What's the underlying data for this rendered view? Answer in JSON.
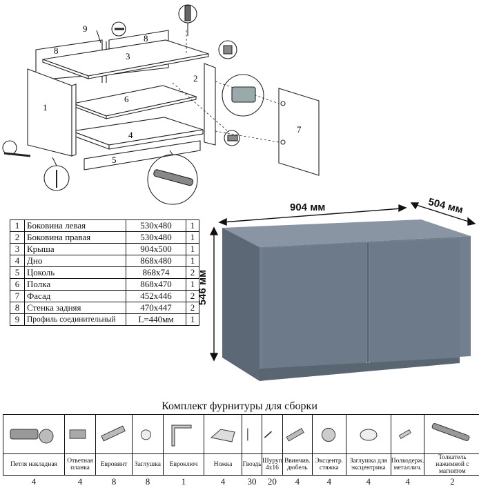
{
  "exploded_view": {
    "labels": [
      "1",
      "2",
      "3",
      "4",
      "5",
      "6",
      "7",
      "8",
      "8",
      "9"
    ]
  },
  "parts_table": [
    {
      "n": "1",
      "name": "Боковина левая",
      "size": "530x480",
      "qty": "1"
    },
    {
      "n": "2",
      "name": "Боковина правая",
      "size": "530x480",
      "qty": "1"
    },
    {
      "n": "3",
      "name": "Крыша",
      "size": "904x500",
      "qty": "1"
    },
    {
      "n": "4",
      "name": "Дно",
      "size": "868x480",
      "qty": "1"
    },
    {
      "n": "5",
      "name": "Цоколь",
      "size": "868x74",
      "qty": "2"
    },
    {
      "n": "6",
      "name": "Полка",
      "size": "868x470",
      "qty": "1"
    },
    {
      "n": "7",
      "name": "Фасад",
      "size": "452x446",
      "qty": "2"
    },
    {
      "n": "8",
      "name": "Стенка задняя",
      "size": "470x447",
      "qty": "2"
    },
    {
      "n": "9",
      "name": "Профиль соединительный",
      "size": "L=440мм",
      "qty": "1"
    }
  ],
  "dimensions": {
    "width": "904 мм",
    "depth": "504 мм",
    "height": "546 мм"
  },
  "product_color": "#6f7c8c",
  "hardware": {
    "title": "Комплект фурнитуры для сборки",
    "items": [
      {
        "name": "Петля накладная",
        "count": "4",
        "icon": "hinge-icon"
      },
      {
        "name": "Ответная планка",
        "count": "4",
        "icon": "mounting-plate-icon"
      },
      {
        "name": "Евровинт",
        "count": "8",
        "icon": "euroscrew-icon"
      },
      {
        "name": "Заглушка",
        "count": "8",
        "icon": "cap-icon"
      },
      {
        "name": "Евроключ",
        "count": "1",
        "icon": "hex-key-icon"
      },
      {
        "name": "Ножка",
        "count": "4",
        "icon": "foot-icon"
      },
      {
        "name": "Гвоздь",
        "count": "30",
        "icon": "nail-icon"
      },
      {
        "name": "Шуруп 4x16",
        "count": "20",
        "icon": "screw-icon"
      },
      {
        "name": "Ввинчив. дюбель",
        "count": "4",
        "icon": "dowel-icon"
      },
      {
        "name": "Эксцентр. стяжка",
        "count": "4",
        "icon": "cam-lock-icon"
      },
      {
        "name": "Заглушка для эксцентрика",
        "count": "4",
        "icon": "cam-cap-icon"
      },
      {
        "name": "Полкодерж. металлич.",
        "count": "4",
        "icon": "shelf-pin-icon"
      },
      {
        "name": "Толкатель нажимной с магнитом",
        "count": "2",
        "icon": "push-latch-icon"
      }
    ]
  }
}
